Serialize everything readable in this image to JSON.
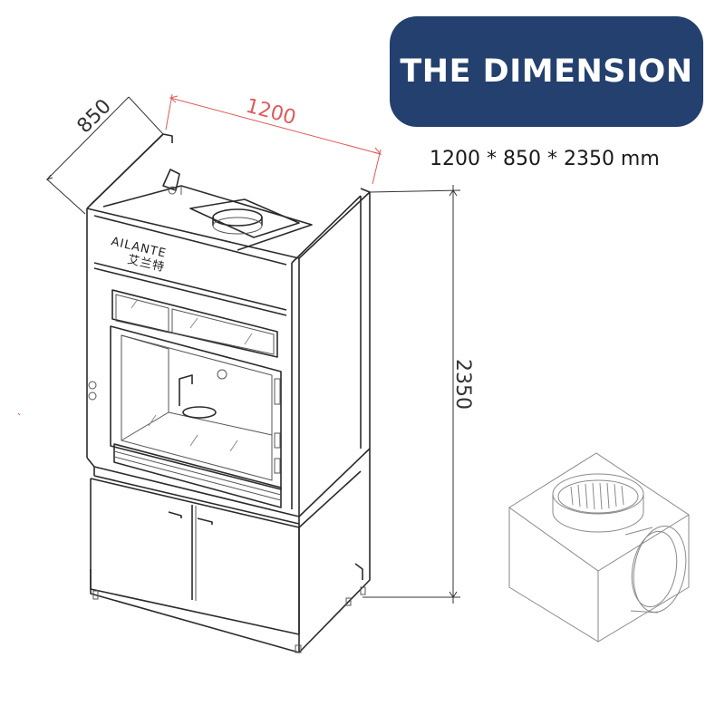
{
  "header": {
    "title": "THE DIMENSION",
    "dimensions_caption": "1200 * 850 * 2350 mm"
  },
  "diagram": {
    "width_label": "1200",
    "depth_label": "850",
    "height_label": "2350",
    "brand_label": "AILANTE",
    "brand_sub_label": "艾兰特"
  },
  "colors": {
    "badge": "#23406e",
    "width_dimension": "#e05a5a"
  }
}
